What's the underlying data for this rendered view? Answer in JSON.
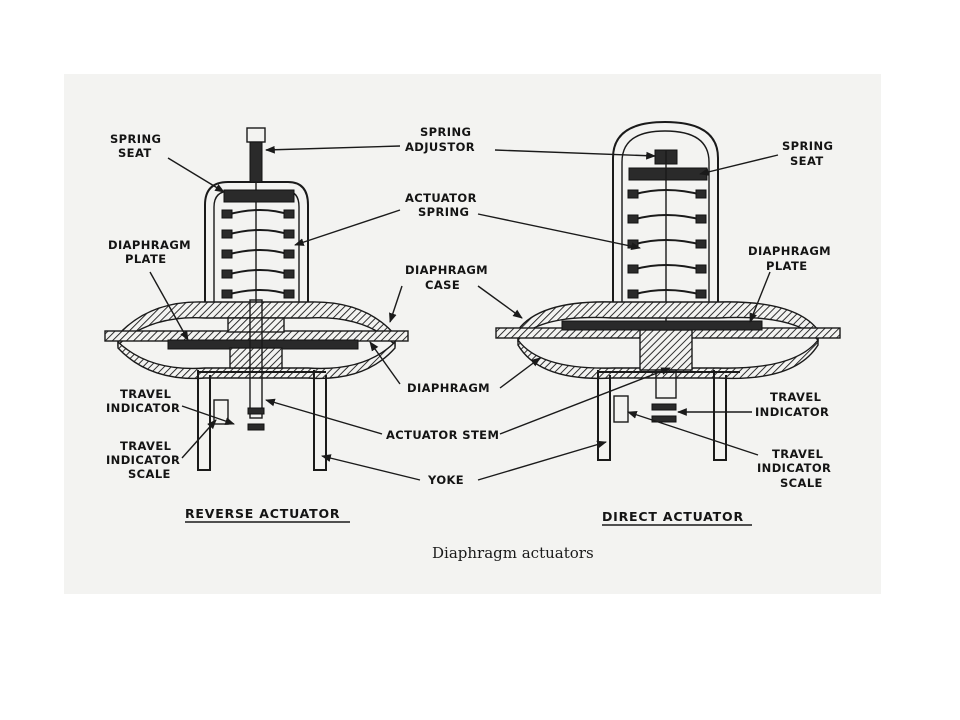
{
  "reverse": {
    "title": "REVERSE ACTUATOR",
    "labels": {
      "spring_seat_1": "SPRING",
      "spring_seat_2": "SEAT",
      "plate_1": "DIAPHRAGM",
      "plate_2": "PLATE",
      "travel_ind_1": "TRAVEL",
      "travel_ind_2": "INDICATOR",
      "scale_1": "TRAVEL",
      "scale_2": "INDICATOR",
      "scale_3": "SCALE"
    }
  },
  "shared": {
    "spring_adjustor_1": "SPRING",
    "spring_adjustor_2": "ADJUSTOR",
    "actuator_spring_1": "ACTUATOR",
    "actuator_spring_2": "SPRING",
    "diaphragm_case_1": "DIAPHRAGM",
    "diaphragm_case_2": "CASE",
    "diaphragm": "DIAPHRAGM",
    "actuator_stem": "ACTUATOR STEM",
    "yoke": "YOKE"
  },
  "direct": {
    "title": "DIRECT ACTUATOR",
    "labels": {
      "spring_seat_1": "SPRING",
      "spring_seat_2": "SEAT",
      "plate_1": "DIAPHRAGM",
      "plate_2": "PLATE",
      "travel_ind_1": "TRAVEL",
      "travel_ind_2": "INDICATOR",
      "scale_1": "TRAVEL",
      "scale_2": "INDICATOR",
      "scale_3": "SCALE"
    }
  },
  "caption": "Diaphragm actuators",
  "colors": {
    "ink": "#1a1a1a",
    "paper": "#f3f3f1",
    "background": "#ffffff"
  }
}
